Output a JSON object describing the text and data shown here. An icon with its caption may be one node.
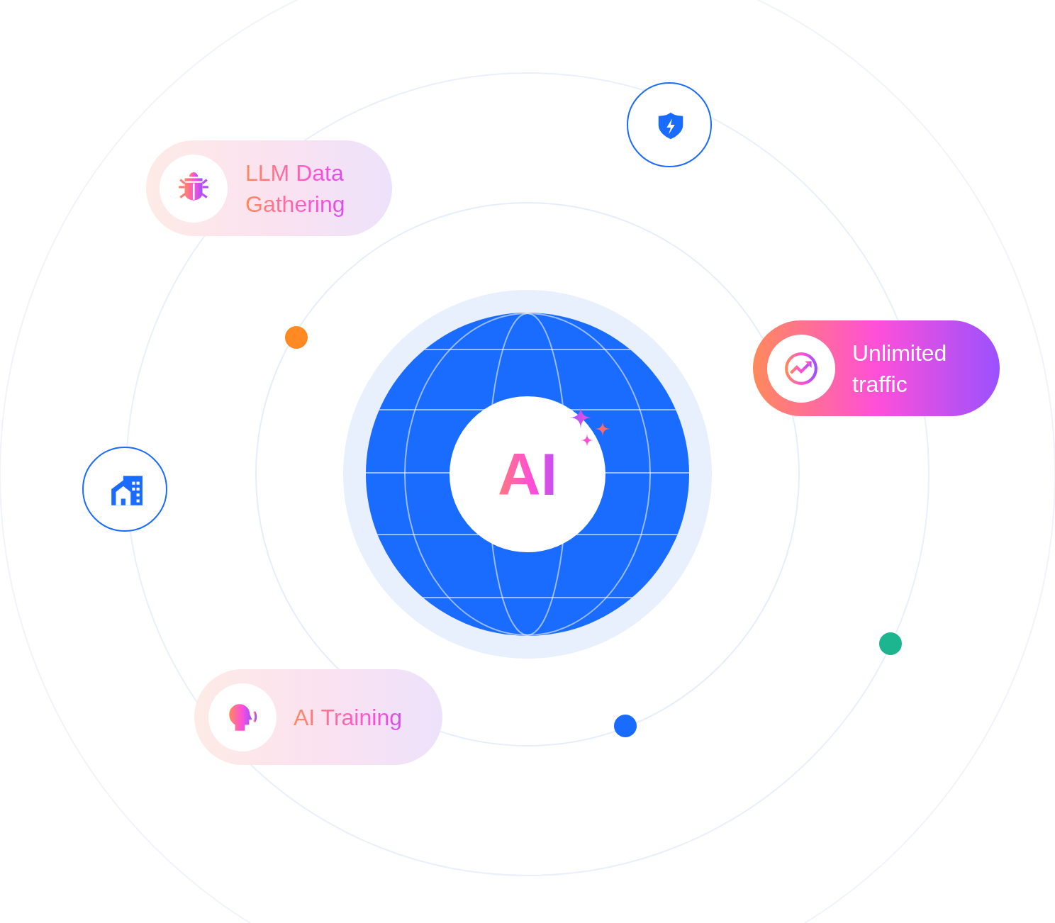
{
  "diagram": {
    "nodes": [
      {
        "text": [],
        "shape": "circle"
      },
      {
        "text": [
          "LLM Data Gathering"
        ]
      },
      {
        "text": [
          "Unlimited traffic"
        ]
      },
      {
        "text": [
          "AI"
        ]
      },
      {
        "text": [],
        "shape": "circle"
      },
      {
        "text": [
          "AI Training"
        ]
      }
    ],
    "edges": []
  }
}
